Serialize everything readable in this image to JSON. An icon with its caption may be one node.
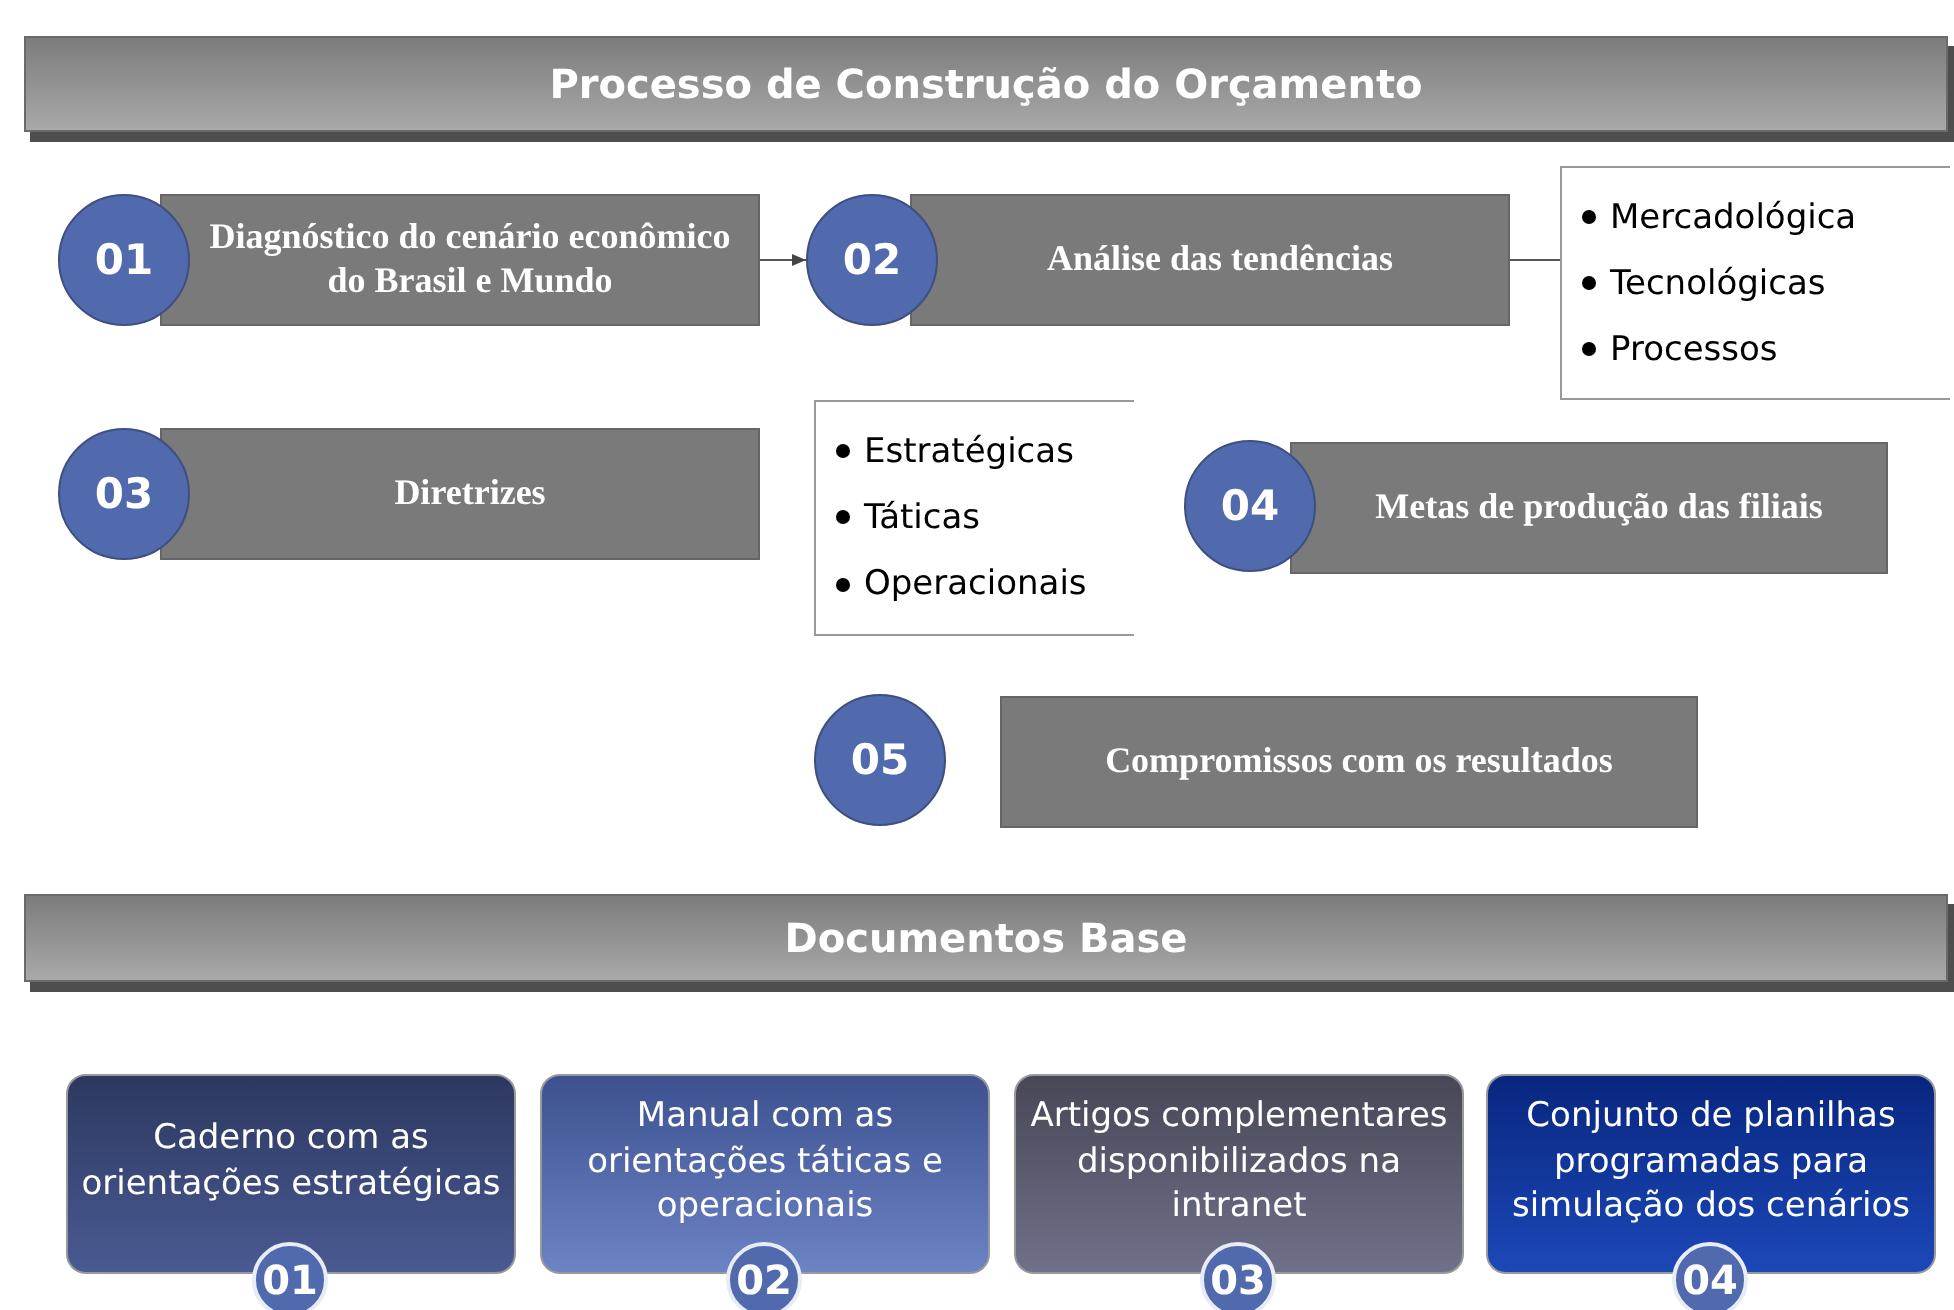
{
  "diagram": {
    "nodes": [
      {
        "text": [
          "Processo de Construção do Orçamento"
        ]
      },
      {
        "text": [
          "01"
        ]
      },
      {
        "text": [
          "Diagnóstico do cenário econômico do Brasil e Mundo"
        ]
      },
      {
        "text": [
          "02"
        ]
      },
      {
        "text": [
          "Análise das tendências"
        ]
      },
      {
        "text": [
          "Mercadológica",
          "Tecnológicas",
          "Processos"
        ]
      },
      {
        "text": [
          "03"
        ]
      },
      {
        "text": [
          "Diretrizes"
        ]
      },
      {
        "text": [
          "Estratégicas",
          "Táticas",
          "Operacionais"
        ]
      },
      {
        "text": [
          "04"
        ]
      },
      {
        "text": [
          "Metas de produção das filiais"
        ]
      },
      {
        "text": [
          "05"
        ]
      },
      {
        "text": [
          "Compromissos com os resultados"
        ]
      },
      {
        "text": [
          "Documentos Base"
        ]
      },
      {
        "text": [
          "Caderno com as orientações estratégicas"
        ]
      },
      {
        "text": [
          "01"
        ]
      },
      {
        "text": [
          "Manual com as orientações táticas e operacionais"
        ]
      },
      {
        "text": [
          "02"
        ]
      },
      {
        "text": [
          "Artigos complementares disponibilizados na intranet"
        ]
      },
      {
        "text": [
          "03"
        ]
      },
      {
        "text": [
          "Conjunto de planilhas programadas para simulação dos cenários"
        ]
      },
      {
        "text": [
          "04"
        ]
      }
    ],
    "edges": [
      {
        "from": 2,
        "to": 3,
        "arrow": "to"
      },
      {
        "from": 4,
        "to": 5,
        "arrow": "none"
      }
    ]
  }
}
